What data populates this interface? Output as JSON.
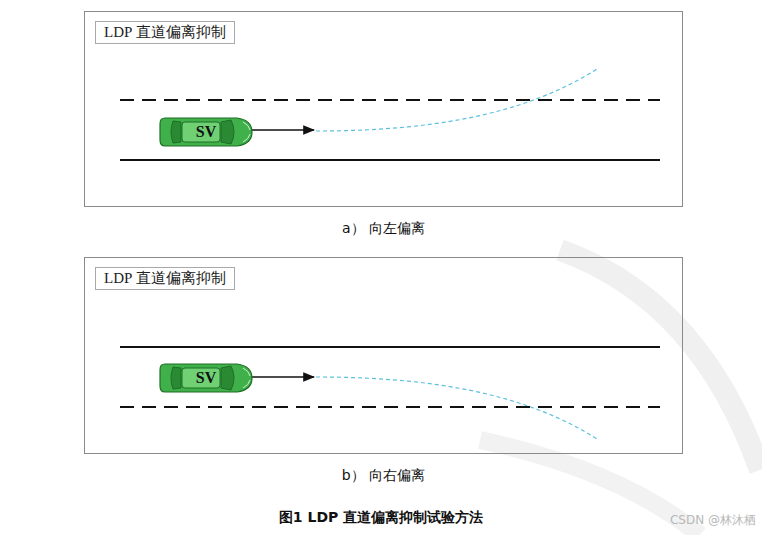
{
  "diagram": {
    "caption": "图1  LDP 直道偏离抑制试验方法",
    "nodes": [
      {
        "text": [
          "a）  向左偏离"
        ]
      },
      {
        "text": [
          "LDP 直道偏离抑制"
        ],
        "in": 0
      },
      {
        "text": [
          "SV"
        ],
        "in": 0
      },
      {
        "text": [
          "b）  向右偏离"
        ]
      },
      {
        "text": [
          "LDP 直道偏离抑制"
        ],
        "in": 3
      },
      {
        "text": [
          "SV"
        ],
        "in": 3
      }
    ],
    "labels": [
      "CSDN @林沐栖"
    ]
  }
}
